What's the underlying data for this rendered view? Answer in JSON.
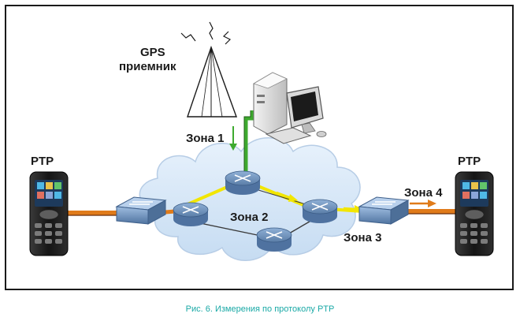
{
  "diagram": {
    "gps_label_line1": "GPS",
    "gps_label_line2": "приемник",
    "zone1": "Зона 1",
    "zone2": "Зона 2",
    "zone3": "Зона 3",
    "zone4": "Зона 4",
    "device_left_label": "PTP",
    "device_right_label": "PTP"
  },
  "caption": "Рис. 6. Измерения по протоколу PTP",
  "colors": {
    "cloud": "#d7e8f8",
    "router": "#6f8fb5",
    "link_orange": "#e07b1a",
    "link_yellow": "#f2e600",
    "link_green": "#3eaa2f",
    "caption": "#1aa9a6"
  }
}
